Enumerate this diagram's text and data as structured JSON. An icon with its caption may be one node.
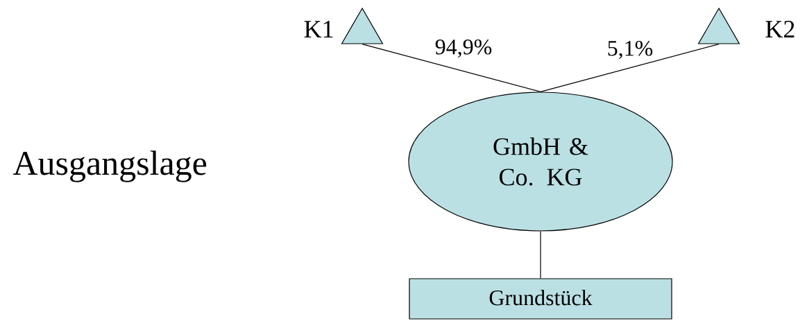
{
  "diagram": {
    "title": "Ausgangslage",
    "nodes": [
      {
        "text": [],
        "shape": "triangle",
        "beside": [
          "K1"
        ]
      },
      {
        "text": [],
        "shape": "triangle",
        "beside": [
          "K2"
        ]
      },
      {
        "text": [
          "GmbH & Co. KG"
        ]
      },
      {
        "text": [
          "Grundstück"
        ]
      }
    ],
    "edges": [
      {
        "from": 0,
        "to": 2,
        "arrow": "none",
        "label": "94,9%"
      },
      {
        "from": 1,
        "to": 2,
        "arrow": "none",
        "label": "5,1%"
      },
      {
        "from": 2,
        "to": 3,
        "arrow": "none"
      }
    ]
  }
}
